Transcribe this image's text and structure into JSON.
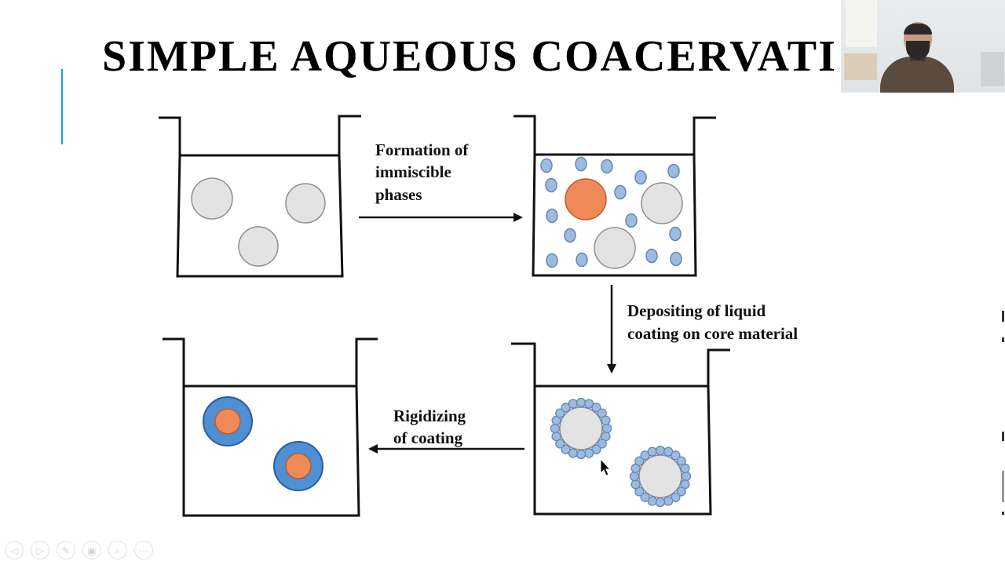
{
  "slide": {
    "title": "SIMPLE AQUEOUS COACERVATI",
    "accent_color": "#1aa3d9"
  },
  "diagram": {
    "label_formation": [
      "Formation of",
      "immiscible",
      "phases"
    ],
    "label_depositing": [
      "Depositing of liquid",
      "coating on core material"
    ],
    "label_rigidizing": [
      "Rigidizing",
      "of coating"
    ],
    "colors": {
      "core_fill": "#e3e3e3",
      "core_stroke": "#8f8f8f",
      "coating_droplet": "#9dbbe0",
      "coating_droplet_stroke": "#6687b0",
      "active_core": "#ef8a58",
      "rigid_shell": "#4f8fd4",
      "rigid_shell_stroke": "#2d5d9c"
    }
  },
  "toolbar": {
    "icons": [
      "prev-icon",
      "next-icon",
      "pen-icon",
      "slides-icon",
      "zoom-icon",
      "more-icon"
    ],
    "glyphs": [
      "◁",
      "▷",
      "✎",
      "▣",
      "⌕",
      "⋯"
    ]
  },
  "webcam": {
    "label": "presenter-video"
  }
}
